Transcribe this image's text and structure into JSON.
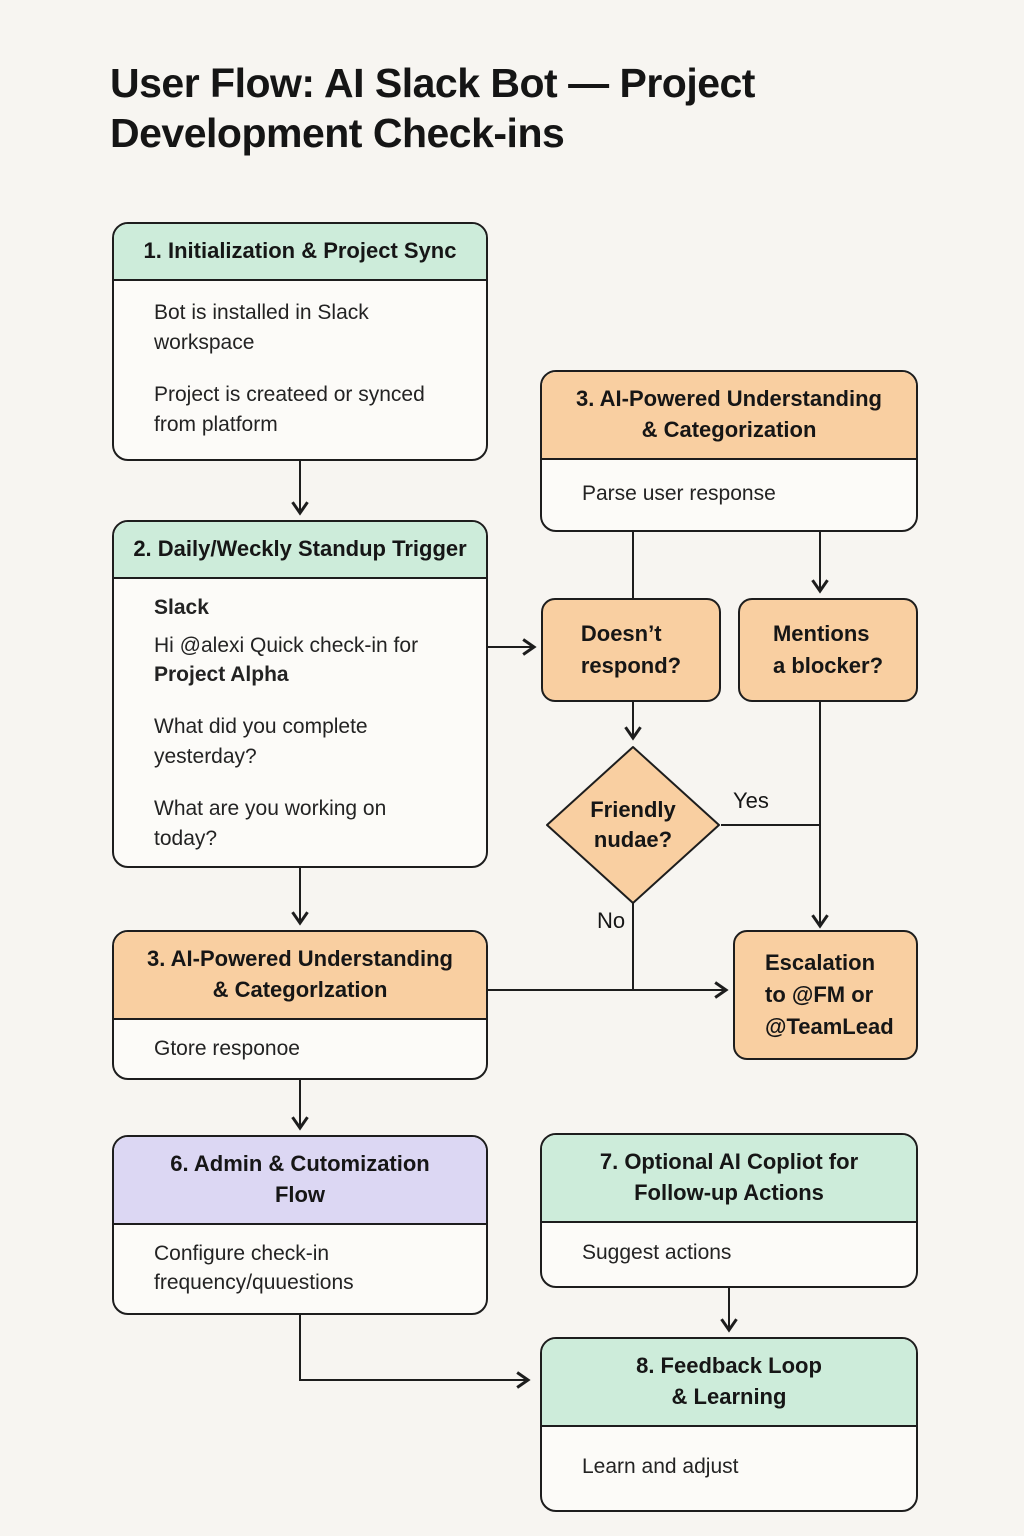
{
  "page": {
    "title": "User Flow: AI Slack Bot — Project\nDevelopment Check-ins"
  },
  "colors": {
    "background": "#f7f5f1",
    "green_header": "#cdecda",
    "orange_node": "#f9cfa1",
    "purple_header": "#dcd7f3",
    "line": "#1d1d1d",
    "box_body": "#fcfbf8"
  },
  "boxes": {
    "init": {
      "title": "1. Initialization & Project Sync",
      "point1": "Bot is installed in Slack\nworkspace",
      "point2": "Project is createed or synced\nfrom platform"
    },
    "standup": {
      "title": "2. Daily/Weckly Standup Trigger",
      "app_label": "Slack",
      "message_line1": "Hi @alexi Quick check-in for",
      "message_line2": "Project Alpha",
      "question1": "What did you complete\nyesterday?",
      "question2": "What are you working on\ntoday?"
    },
    "parse": {
      "title": "3. AI-Powered Understanding\n& Categorization",
      "body": "Parse user response"
    },
    "store": {
      "title": "3. AI-Powered Understanding\n& Categorlzation",
      "body": "Gtore responoe"
    },
    "admin": {
      "title": "6. Admin & Cutomization\nFlow",
      "body": "Configure check-in\nfrequency/quuestions"
    },
    "copilot": {
      "title": "7. Optional AI Copliot for\nFollow-up Actions",
      "body": "Suggest actions"
    },
    "feedback": {
      "title": "8. Feedback Loop\n& Learning",
      "body": "Learn and adjust"
    }
  },
  "nodes": {
    "doesnt_respond": {
      "label": "Doesn’t\nrespond?"
    },
    "mentions_blocker": {
      "label": "Mentions\na blocker?"
    },
    "friendly_nudge": {
      "label": "Friendly\nnudae?"
    },
    "escalation": {
      "label": "Escalation\nto @FM or\n@TeamLead"
    }
  },
  "edge_labels": {
    "yes": "Yes",
    "no": "No"
  }
}
